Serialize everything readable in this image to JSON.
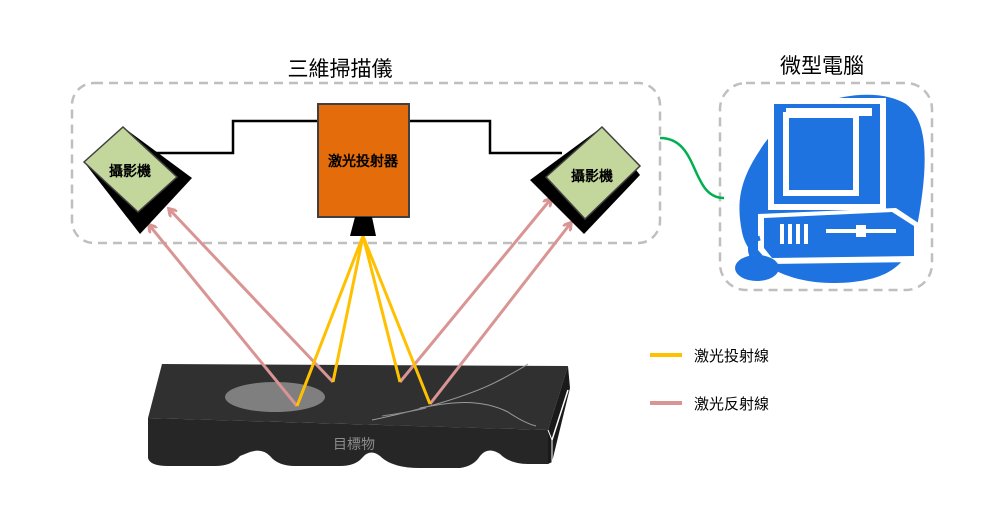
{
  "scanner": {
    "title": "三維掃描儀"
  },
  "computer": {
    "title": "微型電腦"
  },
  "projector": {
    "label": "激光投射器"
  },
  "cameras": {
    "left_label": "攝影機",
    "right_label": "攝影機"
  },
  "target": {
    "label": "目標物"
  },
  "legend": {
    "items": [
      {
        "label": "激光投射線",
        "color": "#FFC000"
      },
      {
        "label": "激光反射線",
        "color": "#D99594"
      }
    ]
  },
  "colors": {
    "projector_fill": "#E46C0A",
    "camera_fill": "#C3D69B",
    "computer_blue": "#1F73E0",
    "link_green": "#00B050",
    "dashed_border": "#BFBFBF",
    "object_dark": "#262626"
  }
}
